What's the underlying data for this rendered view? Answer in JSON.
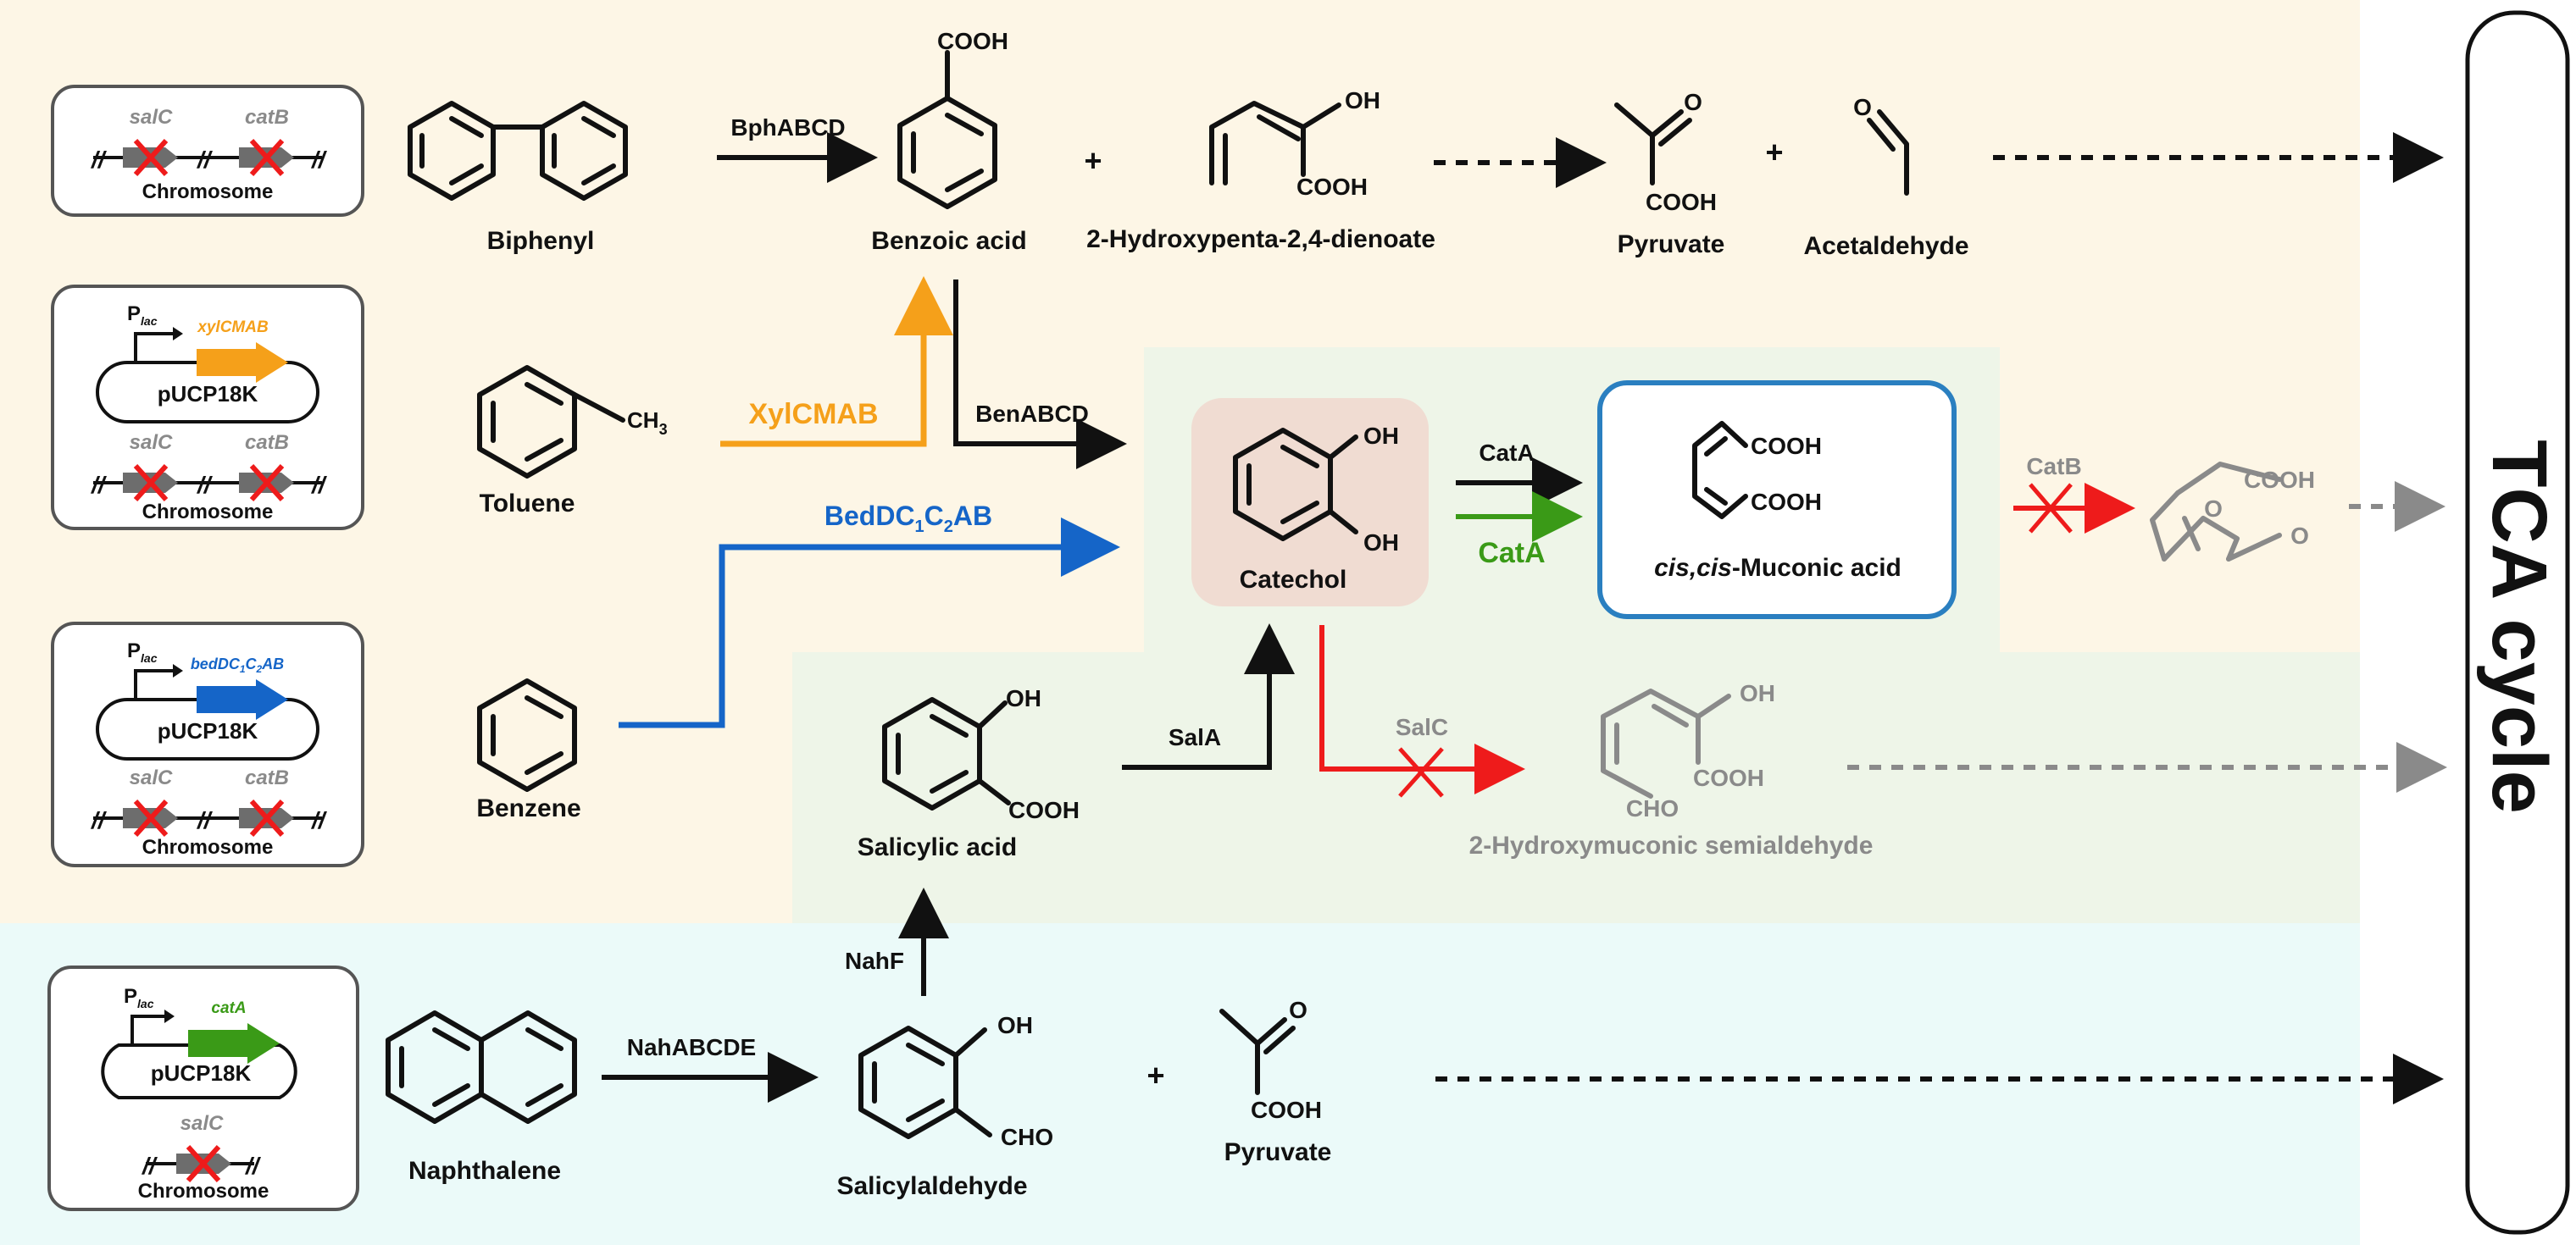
{
  "colors": {
    "upper_bg": "#fdf6e6",
    "green_bg": "#eef5e8",
    "blue_bg": "#ebfaf9",
    "catechol_bg": "#f0dcd2",
    "orange": "#f5a01a",
    "blue": "#1565c8",
    "green": "#3a9a17",
    "red": "#ee1b1b",
    "grey": "#8a8a8a",
    "muconic_box": "#2a7fc0"
  },
  "strains": [
    {
      "plasmid": "",
      "promoter": "",
      "gene": "",
      "chromosome_genes": [
        "salC",
        "catB"
      ],
      "chromosome_label": "Chromosome"
    },
    {
      "plasmid": "pUCP18K",
      "promoter": "P",
      "promoter_sub": "lac",
      "gene": "xylCMAB",
      "chromosome_genes": [
        "salC",
        "catB"
      ],
      "chromosome_label": "Chromosome"
    },
    {
      "plasmid": "pUCP18K",
      "promoter": "P",
      "promoter_sub": "lac",
      "gene": "bedDC",
      "gene_sub1": "1",
      "gene_mid": "C",
      "gene_sub2": "2",
      "gene_end": "AB",
      "chromosome_genes": [
        "salC",
        "catB"
      ],
      "chromosome_label": "Chromosome"
    },
    {
      "plasmid": "pUCP18K",
      "promoter": "P",
      "promoter_sub": "lac",
      "gene": "catA",
      "chromosome_genes": [
        "salC"
      ],
      "chromosome_label": "Chromosome"
    }
  ],
  "compounds": {
    "biphenyl": "Biphenyl",
    "toluene": "Toluene",
    "toluene_ch3": "CH",
    "toluene_ch3_sub": "3",
    "benzene": "Benzene",
    "naphthalene": "Naphthalene",
    "benzoic_acid": "Benzoic acid",
    "hydroxypentadienoate": "2-Hydroxypenta-2,4-dienoate",
    "pyruvate": "Pyruvate",
    "acetaldehyde": "Acetaldehyde",
    "catechol": "Catechol",
    "muconic_acid_italic": "cis,cis",
    "muconic_acid_rest": "-Muconic acid",
    "salicylic_acid": "Salicylic acid",
    "hydroxymuconic_semialdehyde": "2-Hydroxymuconic semialdehyde",
    "salicylaldehyde": "Salicylaldehyde",
    "pyruvate_2": "Pyruvate"
  },
  "groups": {
    "cooh": "COOH",
    "oh": "OH",
    "o": "O",
    "cho": "CHO"
  },
  "enzymes": {
    "bphabcd": "BphABCD",
    "xylcmab": "XylCMAB",
    "benabcd": "BenABCD",
    "beddc_1": "BedDC",
    "beddc_sub1": "1",
    "beddc_2": "C",
    "beddc_sub2": "2",
    "beddc_3": "AB",
    "cata_black": "CatA",
    "cata_green": "CatA",
    "catb": "CatB",
    "sala": "SalA",
    "salc": "SalC",
    "nahf": "NahF",
    "nahabcde": "NahABCDE"
  },
  "operators": {
    "plus": "+"
  },
  "tca_cycle": "TCA cycle"
}
